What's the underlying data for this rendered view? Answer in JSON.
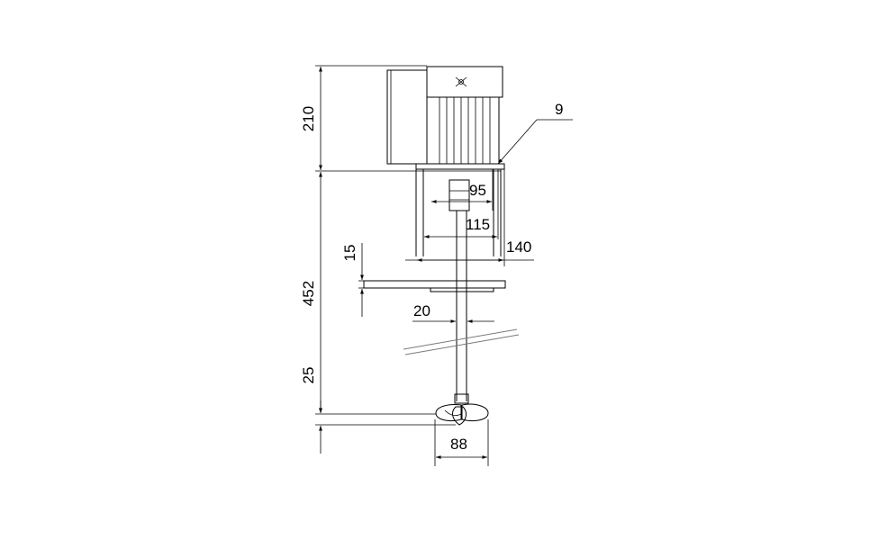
{
  "drawing": {
    "dimensions": {
      "motor_height": "210",
      "shaft_length": "452",
      "impeller_clearance": "25",
      "flange_thickness": "15",
      "inner_width": "95",
      "middle_width": "115",
      "outer_width": "140",
      "shaft_diameter": "20",
      "impeller_diameter": "88"
    },
    "callout": "9",
    "colors": {
      "line": "#000000",
      "surface": "#ffffff",
      "hidden_line": "#7a7a7a"
    },
    "icons": {
      "motor_logo": "propeller-logo-icon"
    }
  }
}
